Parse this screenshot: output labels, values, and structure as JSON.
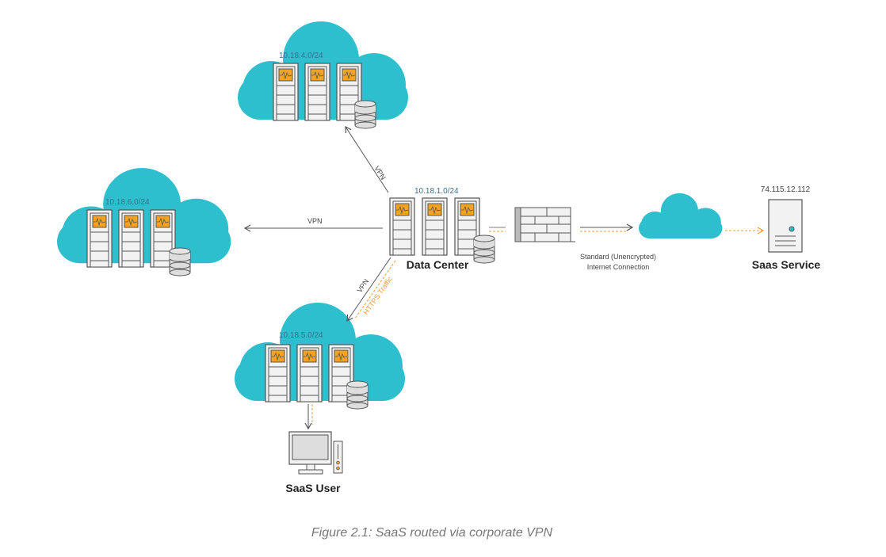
{
  "colors": {
    "cloud": "#2ebfcf",
    "accent": "#f4a21f",
    "line": "#555555",
    "ip_text": "#3b6f8f"
  },
  "subnets": {
    "top": "10.18.4.0/24",
    "left": "10.18.6.0/24",
    "datacenter": "10.18.1.0/24",
    "bottom": "10.18.5.0/24"
  },
  "labels": {
    "data_center": "Data Center",
    "saas_service": "Saas Service",
    "saas_service_ip": "74.115.12.112",
    "saas_user": "SaaS User",
    "vpn_top": "VPN",
    "vpn_left": "VPN",
    "vpn_bottom": "VPN",
    "https_traffic": "HTTPS Traffic",
    "internet_line1": "Standard (Unencrypted)",
    "internet_line2": "Internet Connection"
  },
  "caption": "Figure 2.1: SaaS routed via corporate VPN"
}
